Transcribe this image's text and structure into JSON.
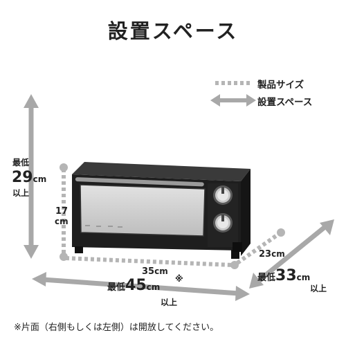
{
  "title": "設置スペース",
  "legend": {
    "product_size": "製品サイズ",
    "install_space": "設置スペース"
  },
  "height": {
    "min_prefix": "最低",
    "value": "29",
    "unit": "cm",
    "suffix": "以上"
  },
  "oven_height": {
    "value": "17",
    "unit": "cm"
  },
  "oven_width": {
    "value": "35",
    "unit": "cm"
  },
  "oven_depth": {
    "value": "23",
    "unit": "cm"
  },
  "width": {
    "min_prefix": "最低",
    "value": "45",
    "unit": "cm",
    "mark": "※",
    "suffix": "以上"
  },
  "depth": {
    "min_prefix": "最低",
    "value": "33",
    "unit": "cm",
    "suffix": "以上"
  },
  "footnote": "※片面（右側もしくは左側）は開放してください。",
  "colors": {
    "arrow_gray": "#a8a8a8",
    "dot_gray": "#b5b5b5",
    "oven_body": "#1e1e1e",
    "window": "#cfcfcf"
  }
}
